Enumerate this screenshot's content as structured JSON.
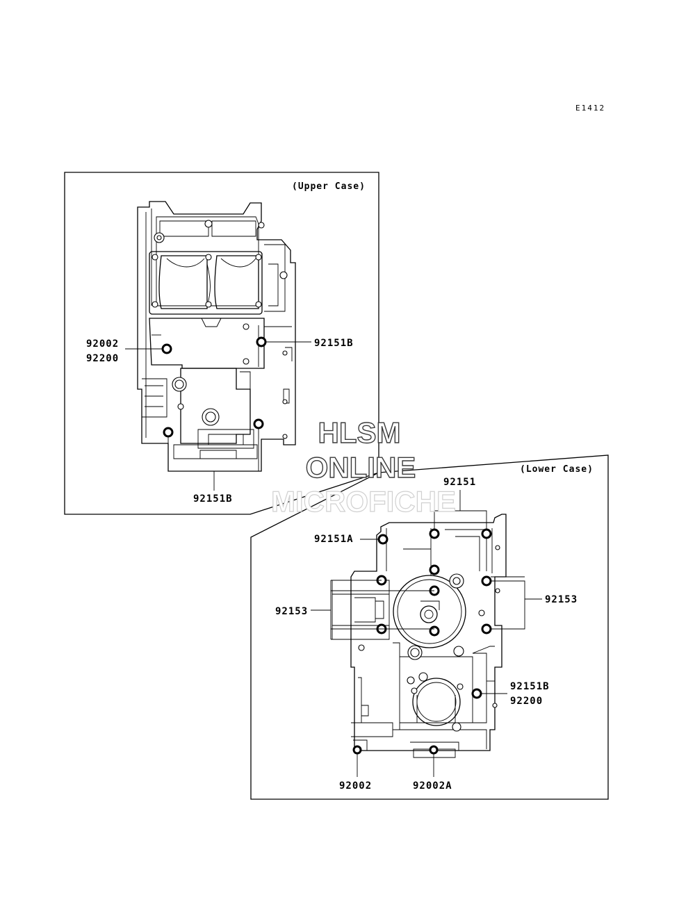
{
  "diagram_code": "E1412",
  "upper_case": {
    "title": "(Upper Case)",
    "labels": {
      "left_a": "92002",
      "left_b": "92200",
      "right": "92151B",
      "bottom": "92151B"
    }
  },
  "lower_case": {
    "title": "(Lower Case)",
    "labels": {
      "top": "92151",
      "top_left": "92151A",
      "left": "92153",
      "right": "92153",
      "right_lower_a": "92151B",
      "right_lower_b": "92200",
      "bottom_left": "92002",
      "bottom_mid": "92002A"
    }
  },
  "watermark": {
    "line1": "HLSM",
    "line2": "ONLINE",
    "line3": "MICROFICHE"
  }
}
